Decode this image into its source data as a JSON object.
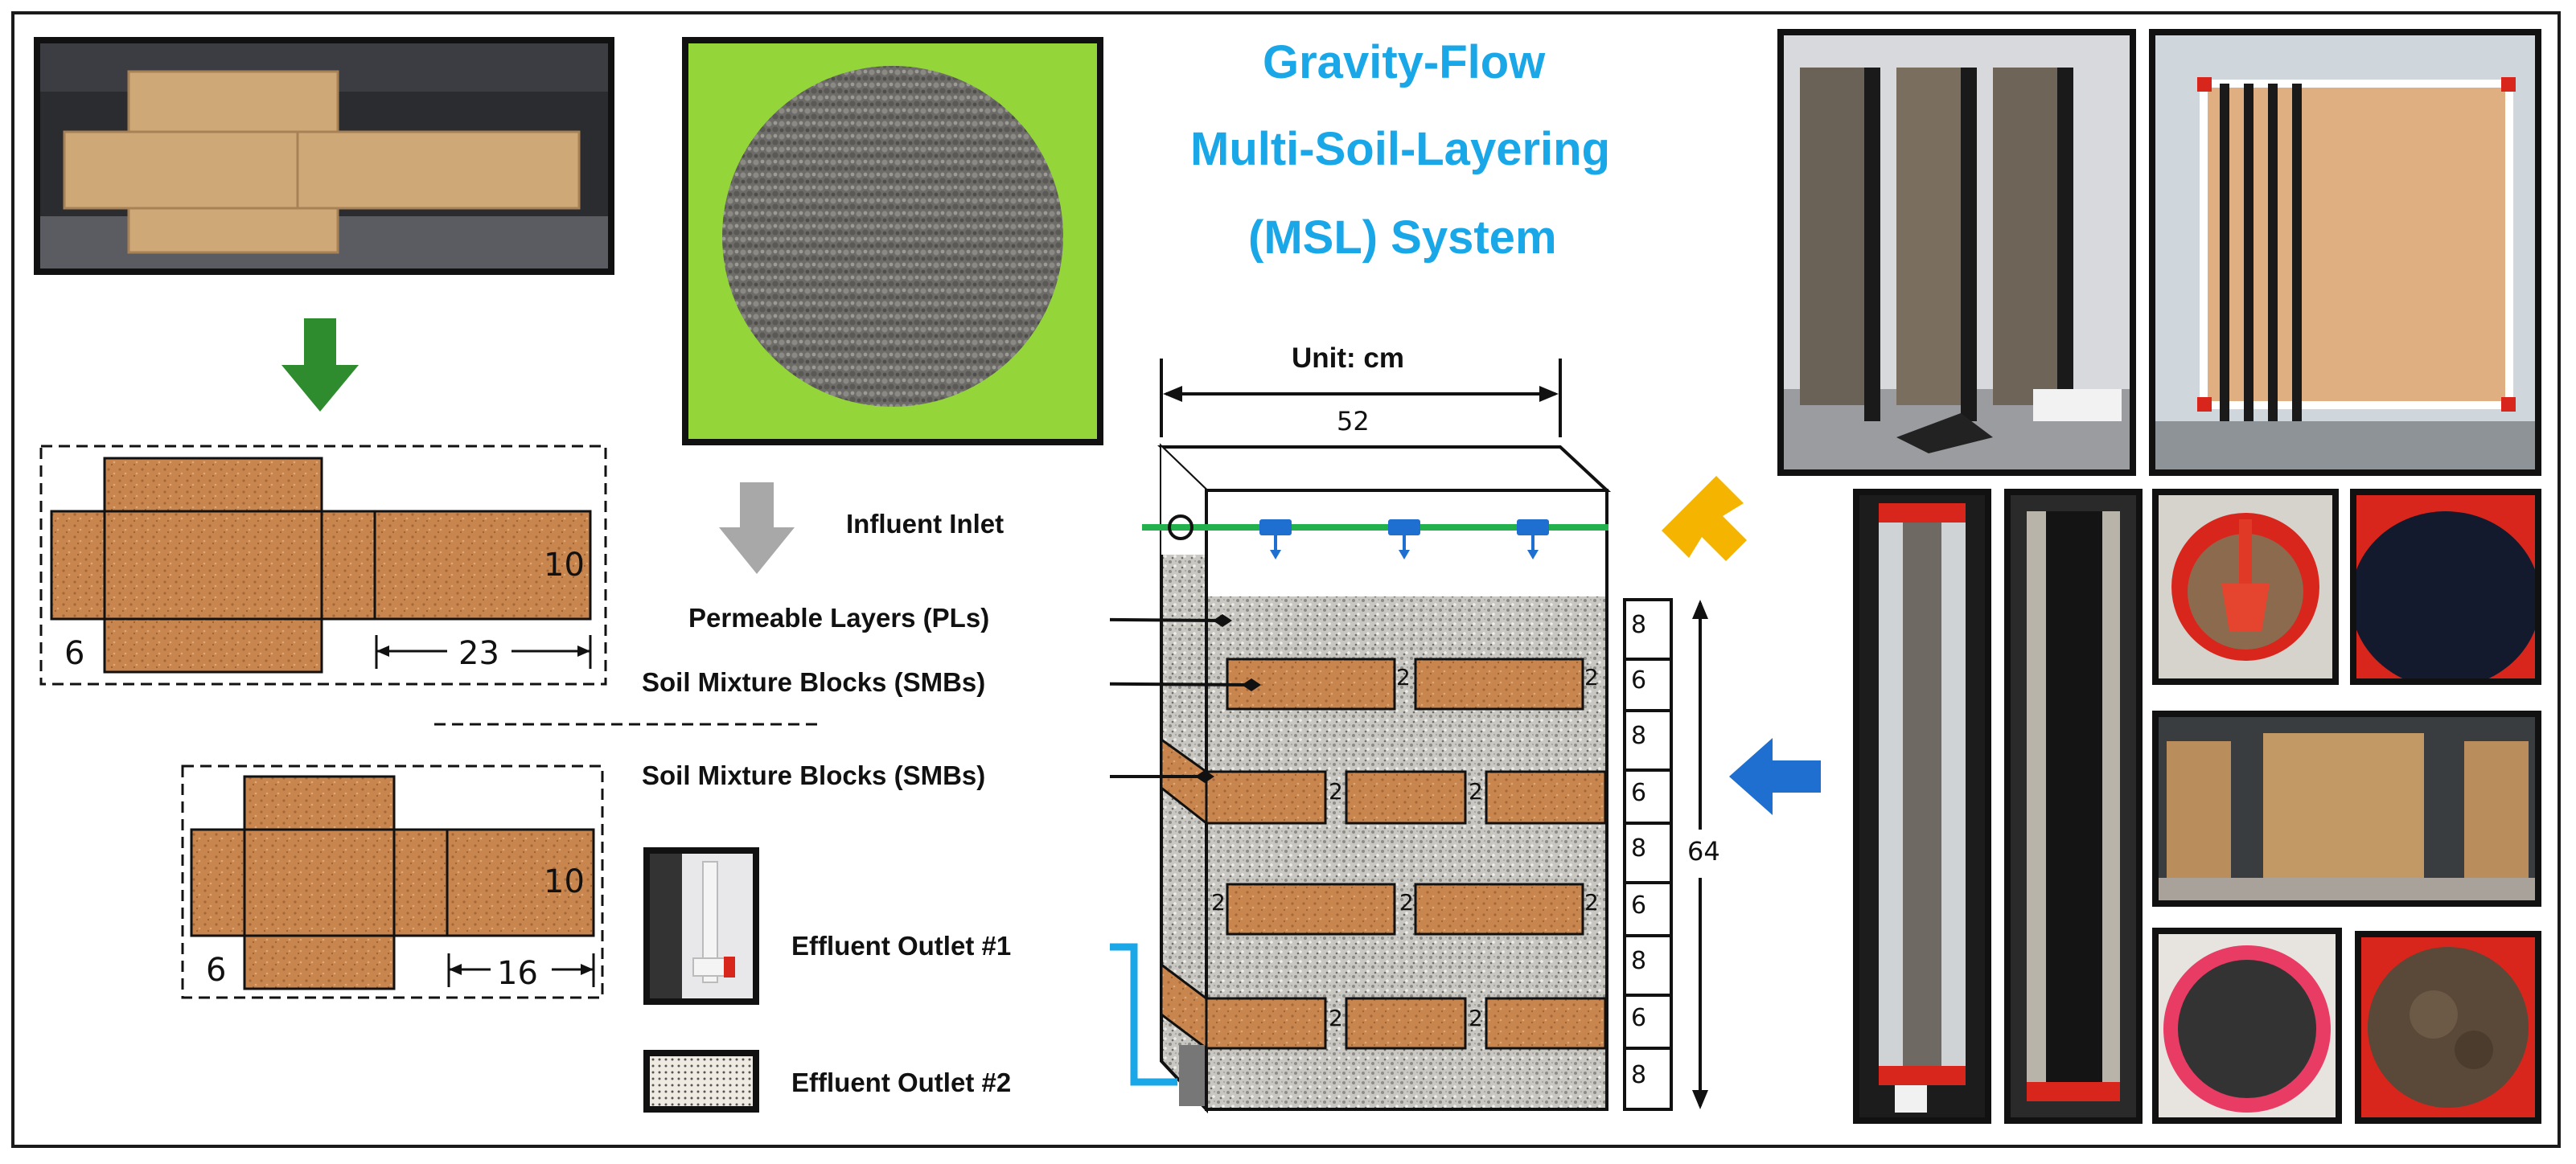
{
  "title": {
    "line1": "Gravity-Flow",
    "line2": "Multi-Soil-Layering",
    "line3": "(MSL) System",
    "color": "#1AA7E8"
  },
  "unit_label": "Unit: cm",
  "width_value": "52",
  "height_total": "64",
  "layer_heights": [
    "8",
    "6",
    "8",
    "6",
    "8",
    "6",
    "8",
    "6",
    "8"
  ],
  "block_gap": "2",
  "labels": {
    "influent_inlet": "Influent Inlet",
    "permeable_layers": "Permeable Layers (PLs)",
    "smb_1": "Soil Mixture Blocks (SMBs)",
    "smb_2": "Soil Mixture Blocks (SMBs)",
    "effluent_1": "Effluent Outlet #1",
    "effluent_2": "Effluent Outlet #2"
  },
  "net_large": {
    "height": "10",
    "side": "6",
    "length": "23"
  },
  "net_small": {
    "height": "10",
    "side": "6",
    "length": "16"
  },
  "colors": {
    "arrow_green": "#2E8B2E",
    "arrow_gray": "#A8A8A8",
    "arrow_yellow": "#F5B400",
    "arrow_blue": "#1E6FD0",
    "pipe_green": "#22B14C",
    "pipe_blue": "#1AA7E8",
    "block": "#C8864E"
  }
}
